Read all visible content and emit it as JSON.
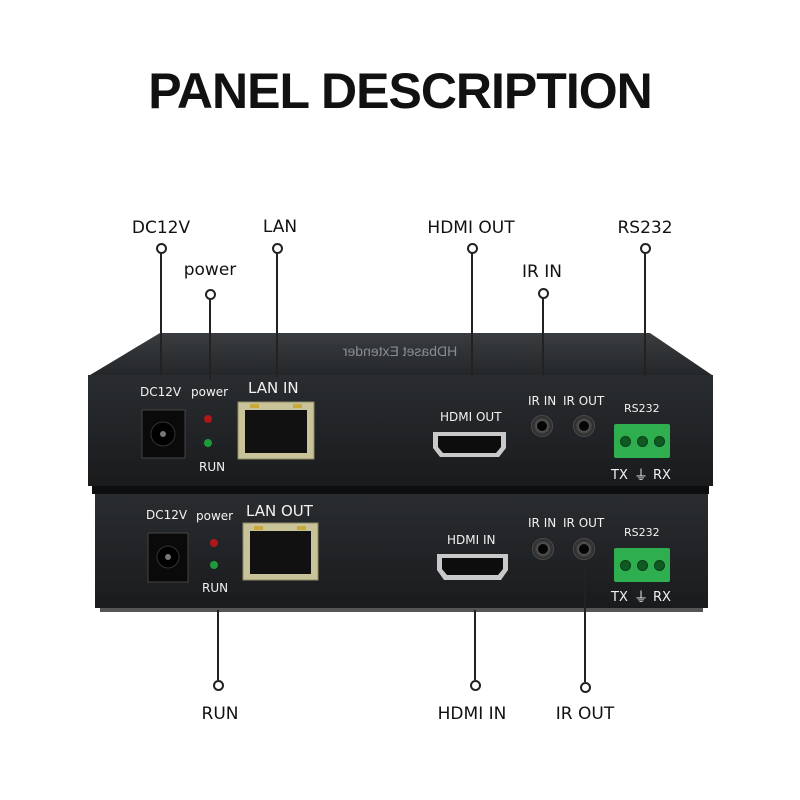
{
  "title": "PANEL DESCRIPTION",
  "callouts": {
    "dc12v": "DC12V",
    "power": "power",
    "lan": "LAN",
    "hdmi_out": "HDMI OUT",
    "ir_in": "IR IN",
    "rs232": "RS232",
    "run": "RUN",
    "hdmi_in": "HDMI IN",
    "ir_out": "IR OUT"
  },
  "top_device": {
    "brand_print": "HDbaset Extender",
    "dc12v": "DC12V",
    "power": "power",
    "run": "RUN",
    "lan": "LAN IN",
    "hdmi": "HDMI OUT",
    "ir_in": "IR IN",
    "ir_out": "IR OUT",
    "rs232": "RS232",
    "tx": "TX",
    "rx": "RX"
  },
  "bottom_device": {
    "dc12v": "DC12V",
    "power": "power",
    "run": "RUN",
    "lan": "LAN OUT",
    "hdmi": "HDMI IN",
    "ir_in": "IR IN",
    "ir_out": "IR OUT",
    "rs232": "RS232",
    "tx": "TX",
    "rx": "RX"
  },
  "colors": {
    "device_body": "#1f2224",
    "panel_label": "#f2f2f2",
    "led_red": "#b01818",
    "led_green": "#1f9b3a",
    "terminal_green": "#2fae4f"
  }
}
